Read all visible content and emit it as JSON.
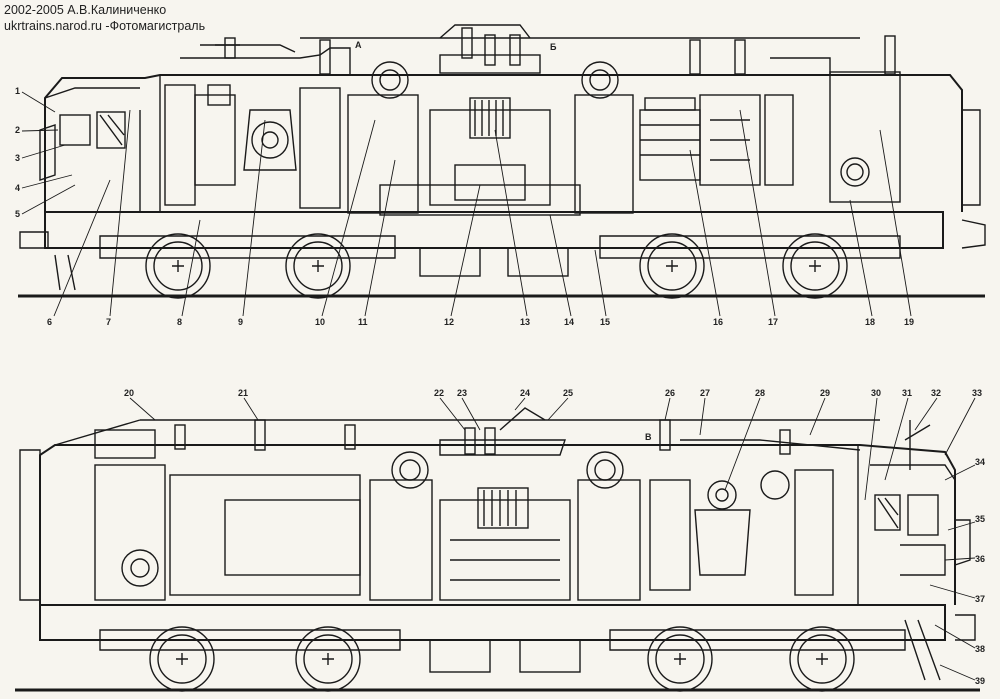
{
  "header": {
    "line1": "2002-2005 А.В.Калиниченко",
    "line2": "ukrtrains.narod.ru -Фотомагистраль"
  },
  "top_view": {
    "callouts": [
      "1",
      "2",
      "3",
      "4",
      "5",
      "6",
      "7",
      "8",
      "9",
      "10",
      "11",
      "12",
      "13",
      "14",
      "15",
      "16",
      "17",
      "18",
      "19"
    ],
    "bus_labels": [
      "А",
      "Б"
    ]
  },
  "bottom_view": {
    "callouts": [
      "20",
      "21",
      "22",
      "23",
      "24",
      "25",
      "26",
      "27",
      "28",
      "29",
      "30",
      "31",
      "32",
      "33",
      "34",
      "35",
      "36",
      "37",
      "38",
      "39"
    ],
    "bus_labels": [
      "В"
    ]
  }
}
